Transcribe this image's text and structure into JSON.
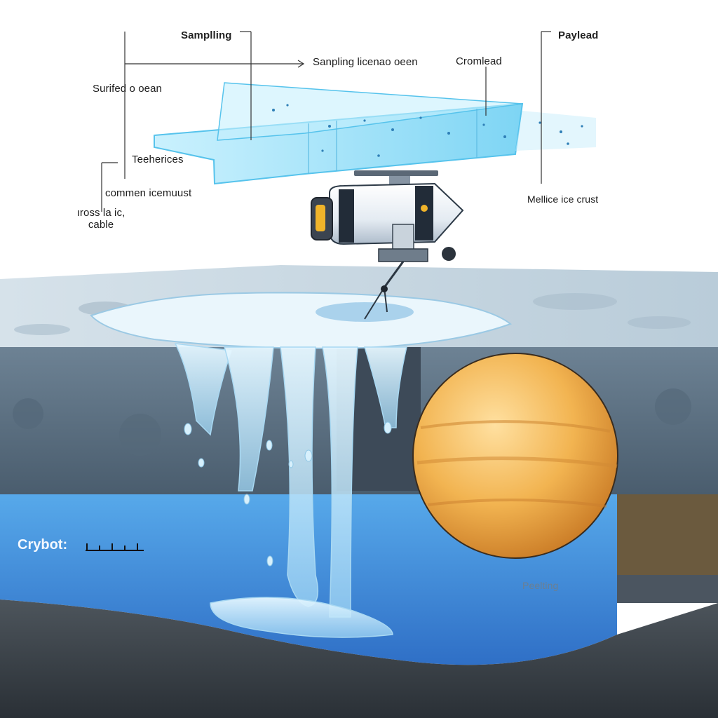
{
  "labels": {
    "sampling": "Samplling",
    "sampling_ocean": "Sanpling licenao oeen",
    "surface_ocean": "Surifed o oean",
    "cromlead": "Cromlead",
    "payload": "Paylead",
    "teeherices": "Teeherices",
    "common_ice": "commen icemuust",
    "tether_cable_line1": "ıross la ic,",
    "tether_cable_line2": "cable",
    "mellice_crust": "Mellice ice crust",
    "peelting": "Peelting"
  },
  "scale": {
    "label": "Crybot:"
  },
  "colors": {
    "ocean_blue": "#3f8fe0",
    "ice_surface": "#c9d8e3",
    "ice_crust": "#5c7183",
    "meltwater": "#bfe6fb",
    "orange_body": "#f2b451",
    "plume_cyan": "#8fdcf7"
  }
}
